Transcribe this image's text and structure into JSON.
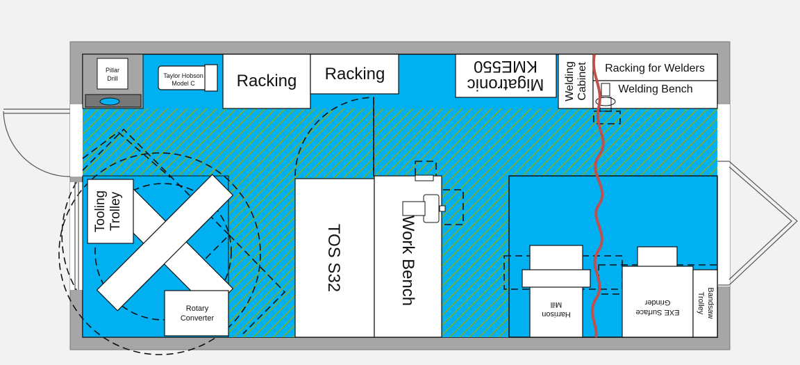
{
  "labels": {
    "pillar_drill_1": "Pillar",
    "pillar_drill_2": "Drill",
    "taylor_hobson_1": "Taylor Hobson",
    "taylor_hobson_2": "Model C",
    "racking_1": "Racking",
    "racking_2": "Racking",
    "migatronic_1": "Migatronic",
    "migatronic_2": "KME550",
    "welding_cabinet_1": "Welding",
    "welding_cabinet_2": "Cabinet",
    "racking_welders": "Racking for Welders",
    "welding_bench": "Welding Bench",
    "tooling_trolley_1": "Tooling",
    "tooling_trolley_2": "Trolley",
    "rotary_converter_1": "Rotary",
    "rotary_converter_2": "Converter",
    "tos": "TOS S32",
    "work_bench": "Work Bench",
    "harrison_1": "Harrison",
    "harrison_2": "Mill",
    "exe_1": "EXE Surface",
    "exe_2": "Grinder",
    "bandsaw_1": "Bandsaw",
    "bandsaw_2": "Trolley"
  },
  "colors": {
    "wall": "#a6a6a6",
    "floor": "#00b0f0",
    "walkway_hatch": "#70ad47",
    "cable": "#c0504d",
    "equipment": "#ffffff"
  }
}
